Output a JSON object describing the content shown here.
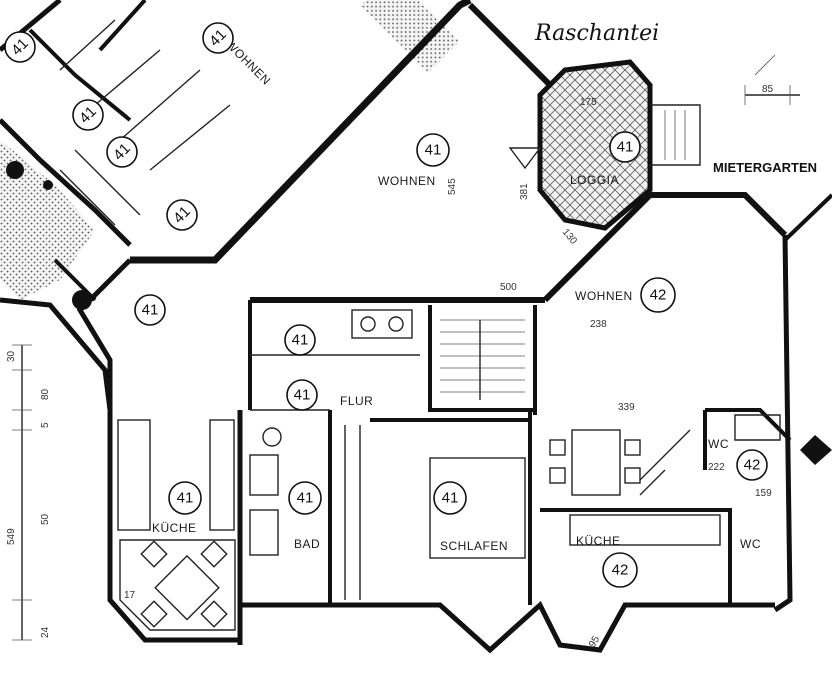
{
  "handwritten_note": "Raschantei",
  "rooms": [
    {
      "label": "WOHNEN"
    },
    {
      "label": "WOHNEN"
    },
    {
      "label": "LOGGIA"
    },
    {
      "label": "MIETERGARTEN"
    },
    {
      "label": "WOHNEN"
    },
    {
      "label": "KÜCHE"
    },
    {
      "label": "BAD"
    },
    {
      "label": "SCHLAFEN"
    },
    {
      "label": "KÜCHE"
    },
    {
      "label": "FLUR"
    },
    {
      "label": "WC"
    },
    {
      "label": "WC"
    }
  ],
  "unit_tags": [
    "41",
    "41",
    "41",
    "41",
    "41",
    "41",
    "41",
    "41",
    "41",
    "41",
    "41",
    "41",
    "41",
    "42",
    "42",
    "42"
  ],
  "dimensions": [
    "545",
    "381",
    "85",
    "238",
    "339",
    "5",
    "80",
    "30",
    "50",
    "549",
    "24",
    "130",
    "175",
    "222",
    "159",
    "17",
    "95",
    "500"
  ],
  "legend_colors": {
    "wall": "#111111",
    "paper": "#ffffff"
  }
}
